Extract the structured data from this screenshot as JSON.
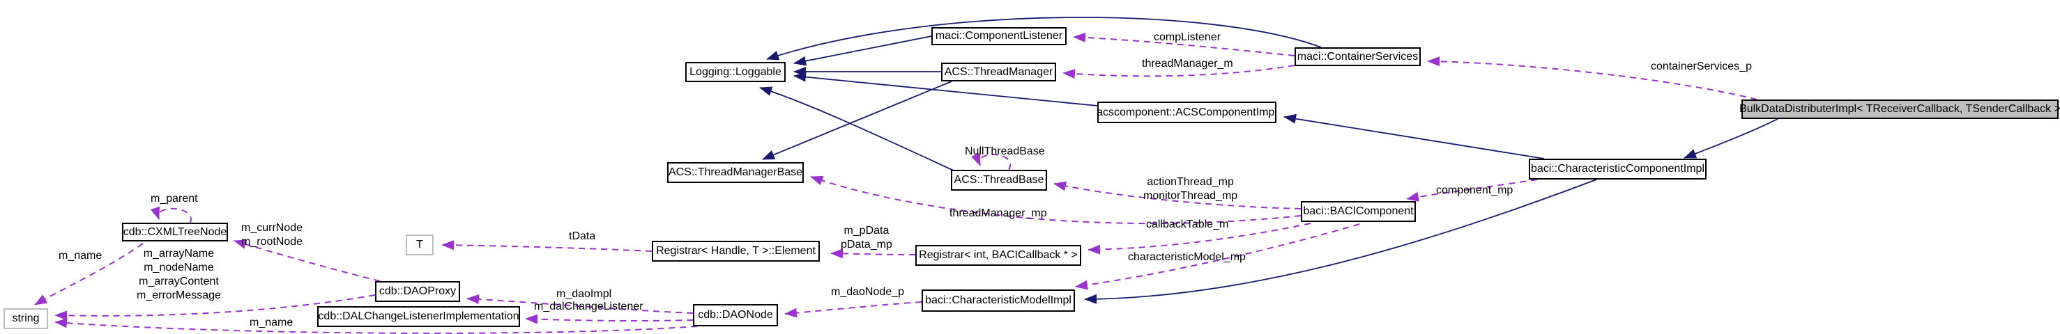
{
  "diagram": {
    "kind": "uml-collaboration-graph",
    "colors": {
      "inheritance_edge": "#191970",
      "usage_edge": "#9a32cd",
      "node_background": "#ffffff",
      "node_border": "#000000",
      "reference_node_border": "#bdbdbd",
      "current_node_background": "#bfbfbf",
      "text": "#000000",
      "canvas_background": "#ffffff"
    },
    "nodes": {
      "loggable": {
        "label": "Logging::Loggable"
      },
      "component_listener": {
        "label": "maci::ComponentListener"
      },
      "thread_manager": {
        "label": "ACS::ThreadManager"
      },
      "container_services": {
        "label": "maci::ContainerServices"
      },
      "acs_component_impl": {
        "label": "acscomponent::ACSComponentImpl"
      },
      "bulk_data_distributer_impl": {
        "label": "BulkDataDistributerImpl< TReceiverCallback, TSenderCallback >"
      },
      "thread_manager_base": {
        "label": "ACS::ThreadManagerBase"
      },
      "thread_base": {
        "label": "ACS::ThreadBase"
      },
      "characteristic_component_impl": {
        "label": "baci::CharacteristicComponentImpl"
      },
      "baci_component": {
        "label": "baci::BACIComponent"
      },
      "cxml_tree_node": {
        "label": "cdb::CXMLTreeNode"
      },
      "t_param": {
        "label": "T"
      },
      "registrar_element": {
        "label": "Registrar< Handle, T >::Element"
      },
      "registrar_int": {
        "label": "Registrar< int, BACICallback * >"
      },
      "dao_proxy": {
        "label": "cdb::DAOProxy"
      },
      "string_type": {
        "label": "string"
      },
      "dal_change_listener_impl": {
        "label": "cdb::DALChangeListenerImplementation"
      },
      "dao_node": {
        "label": "cdb::DAONode"
      },
      "characteristic_model_impl": {
        "label": "baci::CharacteristicModelImpl"
      }
    },
    "edge_labels": {
      "comp_listener": "compListener",
      "thread_manager_m": "threadManager_m",
      "container_services_p": "containerServices_p",
      "null_thread_base": "NullThreadBase",
      "action_monitor_threads": "actionThread_mp\nmonitorThread_mp",
      "component_mp": "component_mp",
      "thread_manager_mp": "threadManager_mp",
      "callback_table_m": "callbackTable_m",
      "characteristic_model_mp": "characteristicModel_mp",
      "m_pdata": "m_pData\npData_mp",
      "tdata": "tData",
      "m_parent": "m_parent",
      "m_curr_root_node": "m_currNode\nm_rootNode",
      "m_name_tree": "m_name",
      "m_array_fields": "m_arrayName\nm_nodeName\nm_arrayContent\nm_errorMessage",
      "m_name_dao": "m_name",
      "m_dao_impl": "m_daoImpl",
      "m_dal_change_listener": "m_dalChangeListener",
      "m_dao_node_p": "m_daoNode_p"
    }
  }
}
